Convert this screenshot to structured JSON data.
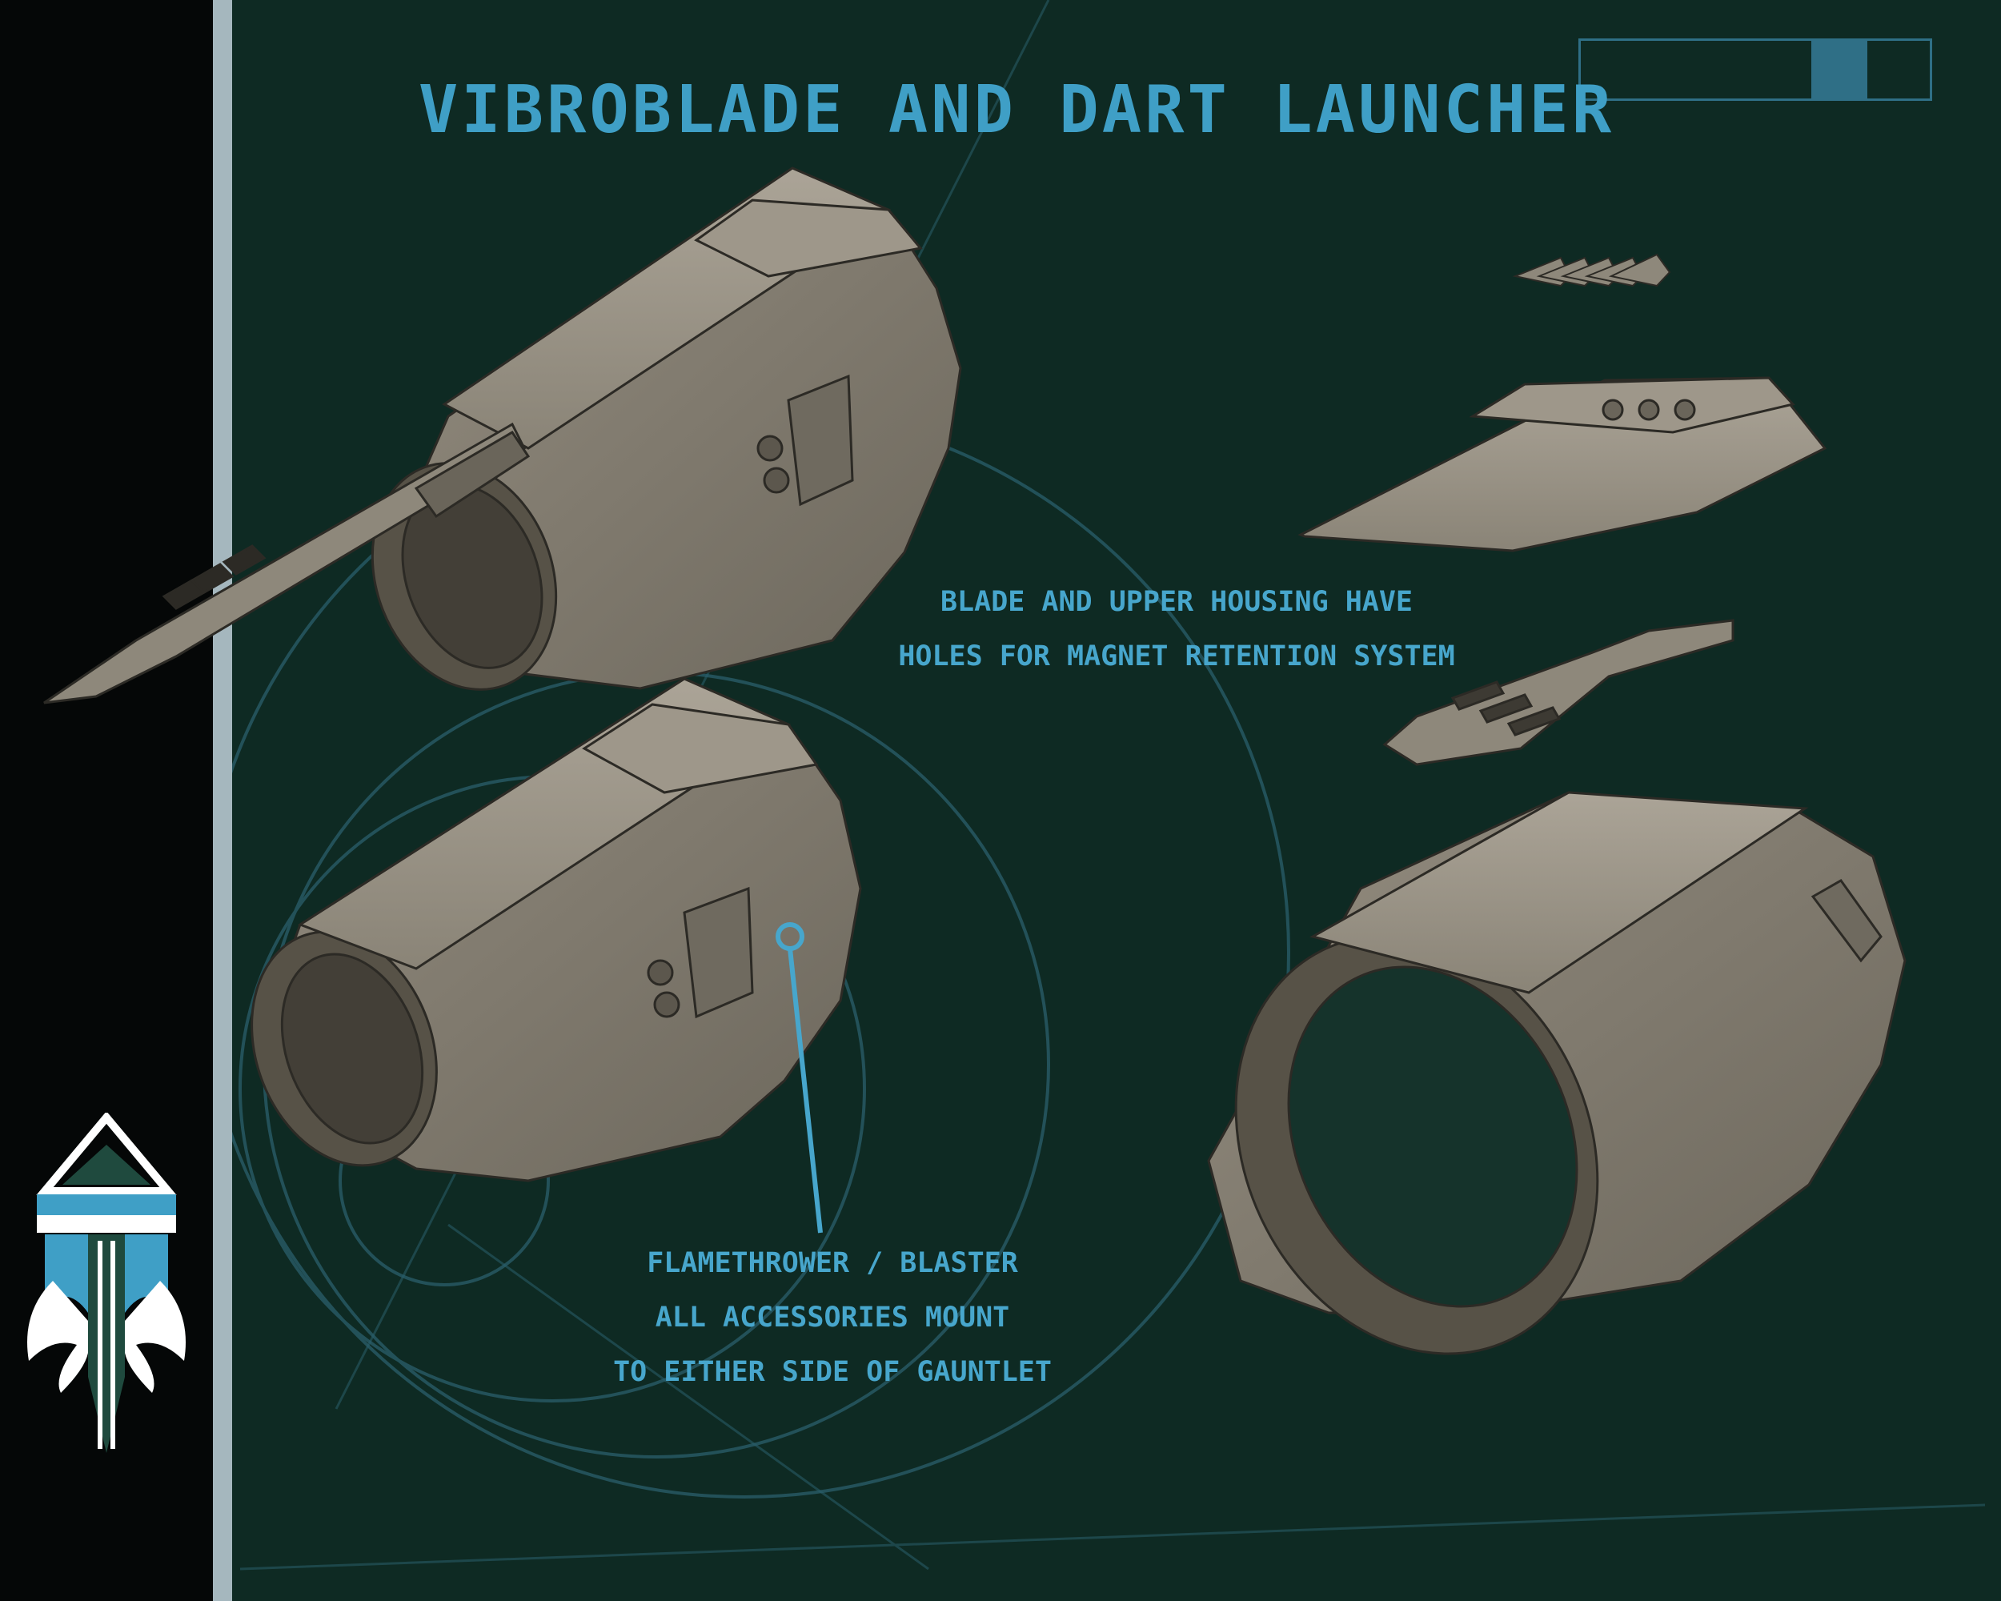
{
  "title": "VIBROBLADE AND DART LAUNCHER",
  "callouts": {
    "magnet_line1": "BLADE AND UPPER HOUSING HAVE",
    "magnet_line2": "HOLES FOR MAGNET RETENTION SYSTEM",
    "mount_line1": "FLAMETHROWER / BLASTER",
    "mount_line2": "ALL ACCESSORIES MOUNT",
    "mount_line3": "TO EITHER SIDE OF GAUNTLET"
  },
  "progress": {
    "segment_start": 0.66,
    "segment_end": 0.82
  },
  "colors": {
    "background": "#0e2a23",
    "sidebar": "#050707",
    "accent": "#3f9fc6",
    "part_fill": "#7d776b",
    "part_shadow": "#575247",
    "part_light": "#9c9587"
  },
  "icons": {
    "logo": "mandalorian-helmet-icon"
  }
}
